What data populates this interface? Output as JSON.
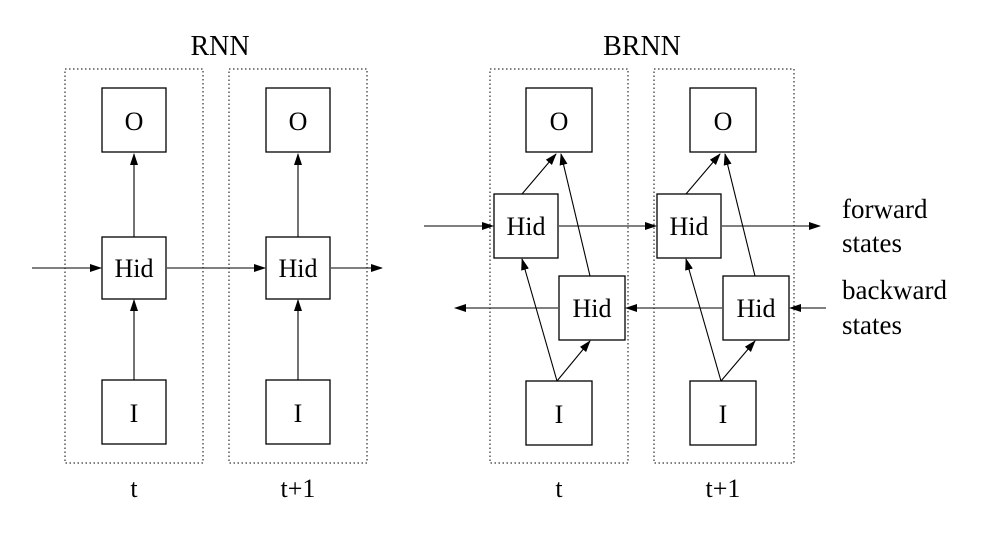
{
  "rnn": {
    "title": "RNN",
    "steps": [
      {
        "time_label": "t",
        "output": "O",
        "hidden": "Hid",
        "input": "I"
      },
      {
        "time_label": "t+1",
        "output": "O",
        "hidden": "Hid",
        "input": "I"
      }
    ]
  },
  "brnn": {
    "title": "BRNN",
    "steps": [
      {
        "time_label": "t",
        "output": "O",
        "forward_hidden": "Hid",
        "backward_hidden": "Hid",
        "input": "I"
      },
      {
        "time_label": "t+1",
        "output": "O",
        "forward_hidden": "Hid",
        "backward_hidden": "Hid",
        "input": "I"
      }
    ],
    "forward_label_line1": "forward",
    "forward_label_line2": "states",
    "backward_label_line1": "backward",
    "backward_label_line2": "states"
  }
}
